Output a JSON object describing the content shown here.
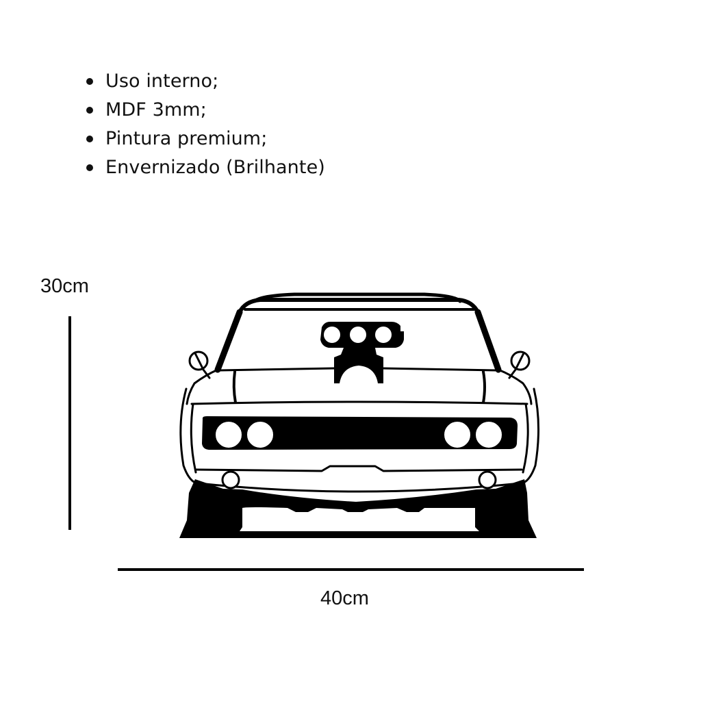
{
  "specs": {
    "items": [
      "Uso interno;",
      "MDF 3mm;",
      "Pintura premium;",
      "Envernizado (Brilhante)"
    ]
  },
  "dimensions": {
    "height_label": "30cm",
    "width_label": "40cm"
  },
  "illustration": {
    "subject": "muscle-car-front-silhouette",
    "color": "#000000",
    "background": "#ffffff"
  }
}
